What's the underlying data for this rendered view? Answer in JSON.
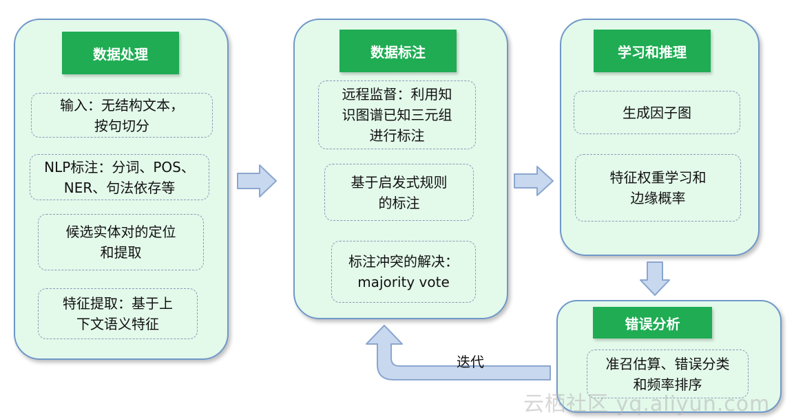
{
  "panels": {
    "data_processing": {
      "title": "数据处理",
      "items": [
        "输入：无结构文本，\n按句切分",
        "NLP标注：分词、POS、\nNER、句法依存等",
        "候选实体对的定位\n和提取",
        "特征提取：基于上\n下文语义特征"
      ]
    },
    "data_labeling": {
      "title": "数据标注",
      "items": [
        "远程监督：利用知\n识图谱已知三元组\n进行标注",
        "基于启发式规则\n的标注",
        "标注冲突的解决：\nmajority vote"
      ]
    },
    "learning_inference": {
      "title": "学习和推理",
      "items": [
        "生成因子图",
        "特征权重学习和\n边缘概率"
      ]
    },
    "error_analysis": {
      "title": "错误分析",
      "items": [
        "准召估算、错误分类\n和频率排序"
      ]
    }
  },
  "iteration_label": "迭代",
  "watermark": "云栖社区 yq.aliyun.com",
  "colors": {
    "panel_bg": "#e3f9ea",
    "panel_border": "#6f98c8",
    "header_bg": "#1fac53",
    "arrow_fill": "#c8d8ee",
    "arrow_stroke": "#8aa6cf"
  }
}
